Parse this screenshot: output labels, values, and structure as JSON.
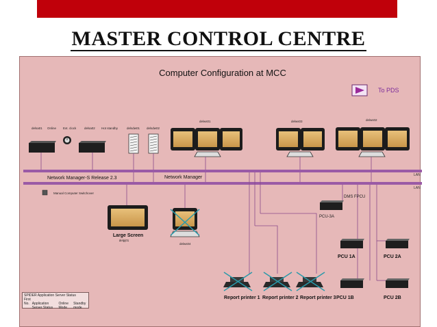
{
  "slide_title": "MASTER CONTROL CENTRE",
  "diagram": {
    "title": "Computer Configuration at MCC",
    "to_pds": "To PDS",
    "top_labels": {
      "delsa01": "delsa01",
      "online": "Online",
      "ext_clock": "Ext. clock",
      "delsa02": "delsa02",
      "hot_standby": "Hot standby",
      "delsdw01": "delsdw01",
      "delsdw02": "delsdw02",
      "delws01": "delws01",
      "delws03": "delws03",
      "delws02": "delws02"
    },
    "network_manager_s": "Network Manager-S Release 2.3",
    "network_manager": "Network Manager",
    "lan1": "LAN",
    "lan2": "LAN",
    "manual_switchover": "Manual Computer Switchover",
    "dms_fpcu": "DMS FPCU",
    "pcu_3a": "PCU-3A",
    "large_screen": "Large Screen",
    "delpj01": "delpj01",
    "delws04": "delws04",
    "pcu_1a": "PCU 1A",
    "pcu_2a": "PCU 2A",
    "pcu_1b": "PCU 1B",
    "pcu_2b": "PCU 2B",
    "report_printer_1": "Report printer 1",
    "report_printer_2": "Report printer 2",
    "report_printer_3": "Report printer 3"
  },
  "status_box": {
    "title": "SPIDER Application Server Status",
    "subtitle": "First",
    "col1": "No.",
    "col2": "Application Server Status",
    "col3": "Online Mode",
    "col4": "Standby mode"
  }
}
